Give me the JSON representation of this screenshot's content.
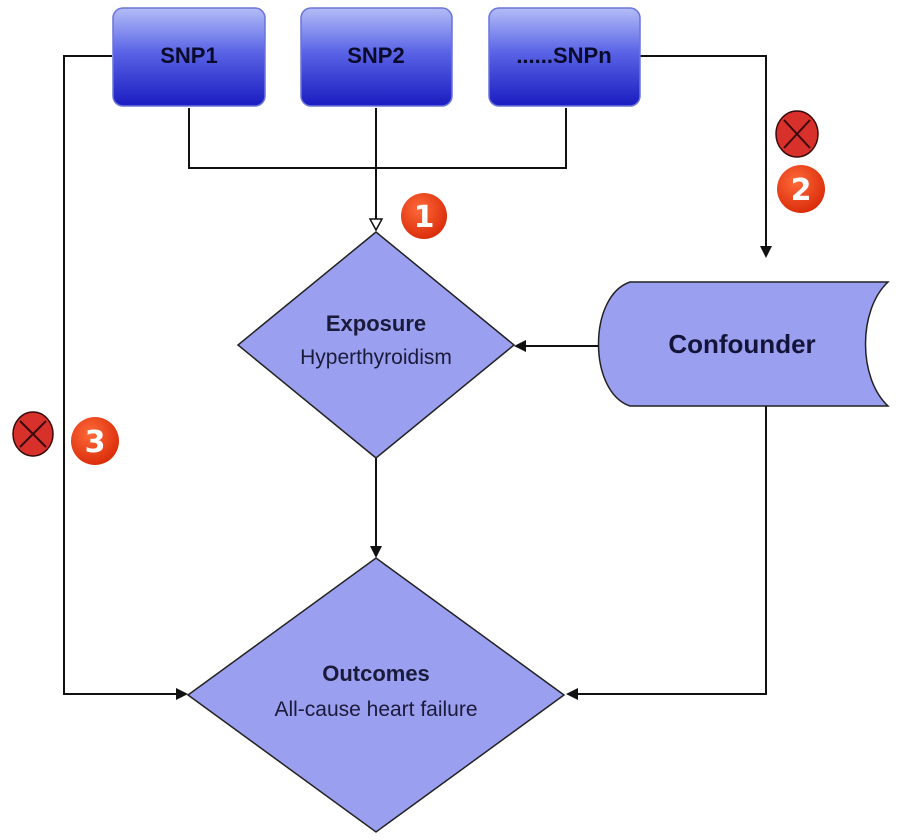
{
  "snps": [
    {
      "label": "SNP1"
    },
    {
      "label": "SNP2"
    },
    {
      "label": "......SNPn"
    }
  ],
  "exposure": {
    "title": "Exposure",
    "subtitle": "Hyperthyroidism"
  },
  "outcomes": {
    "title": "Outcomes",
    "subtitle": "All-cause heart failure"
  },
  "confounder": {
    "label": "Confounder"
  },
  "badges": [
    {
      "number": "1"
    },
    {
      "number": "2"
    },
    {
      "number": "3"
    }
  ],
  "colors": {
    "snp_fill_top": "#a6b3f5",
    "snp_fill_bottom": "#1c1fc2",
    "shape_fill": "#9b9fef",
    "badge_red": "#e8360c",
    "cross_red": "#d8312b",
    "line": "#111111"
  }
}
